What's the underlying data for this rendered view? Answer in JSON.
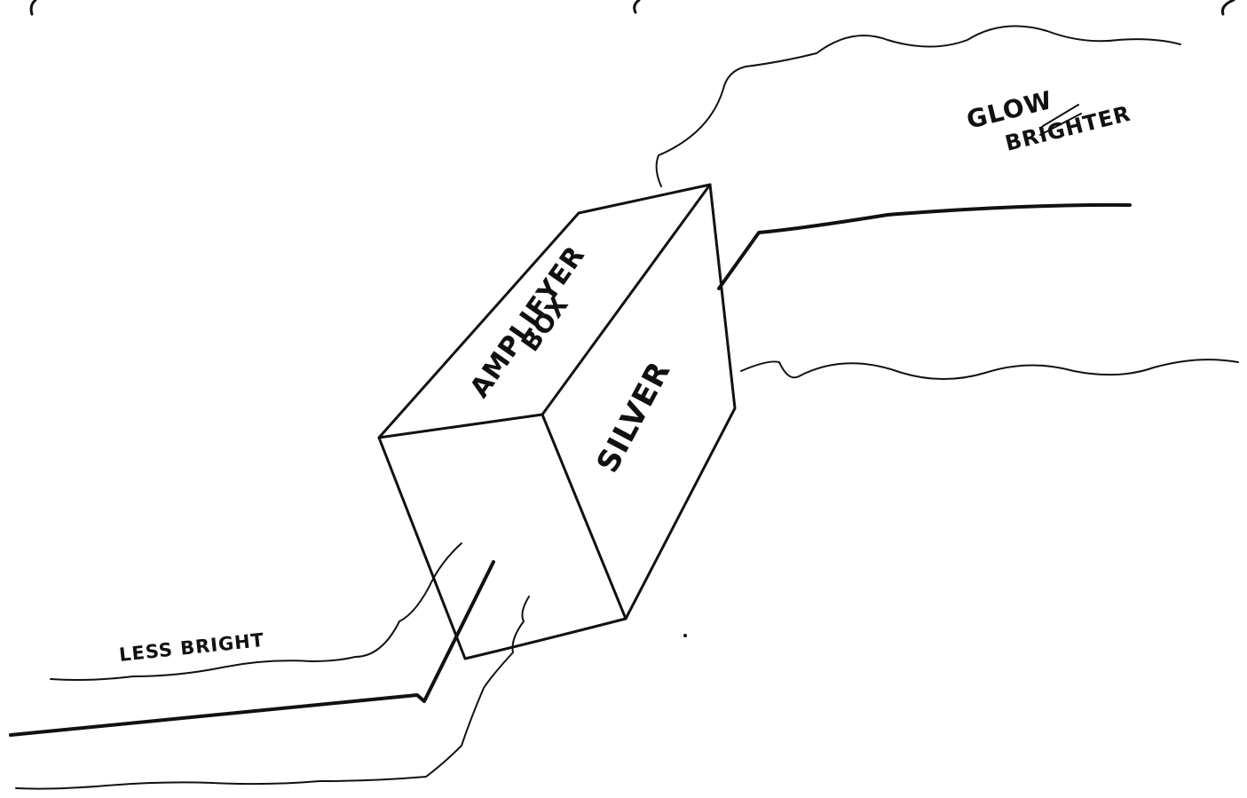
{
  "labels": {
    "box_top": "AMPLIFYER",
    "box_top_2": "BOX",
    "box_side": "SILVER",
    "right_label_1": "GLOW",
    "right_label_2": "BRIGHTER",
    "left_label": "LESS BRIGHT"
  },
  "colors": {
    "ink": "#111111",
    "paper": "#ffffff"
  }
}
